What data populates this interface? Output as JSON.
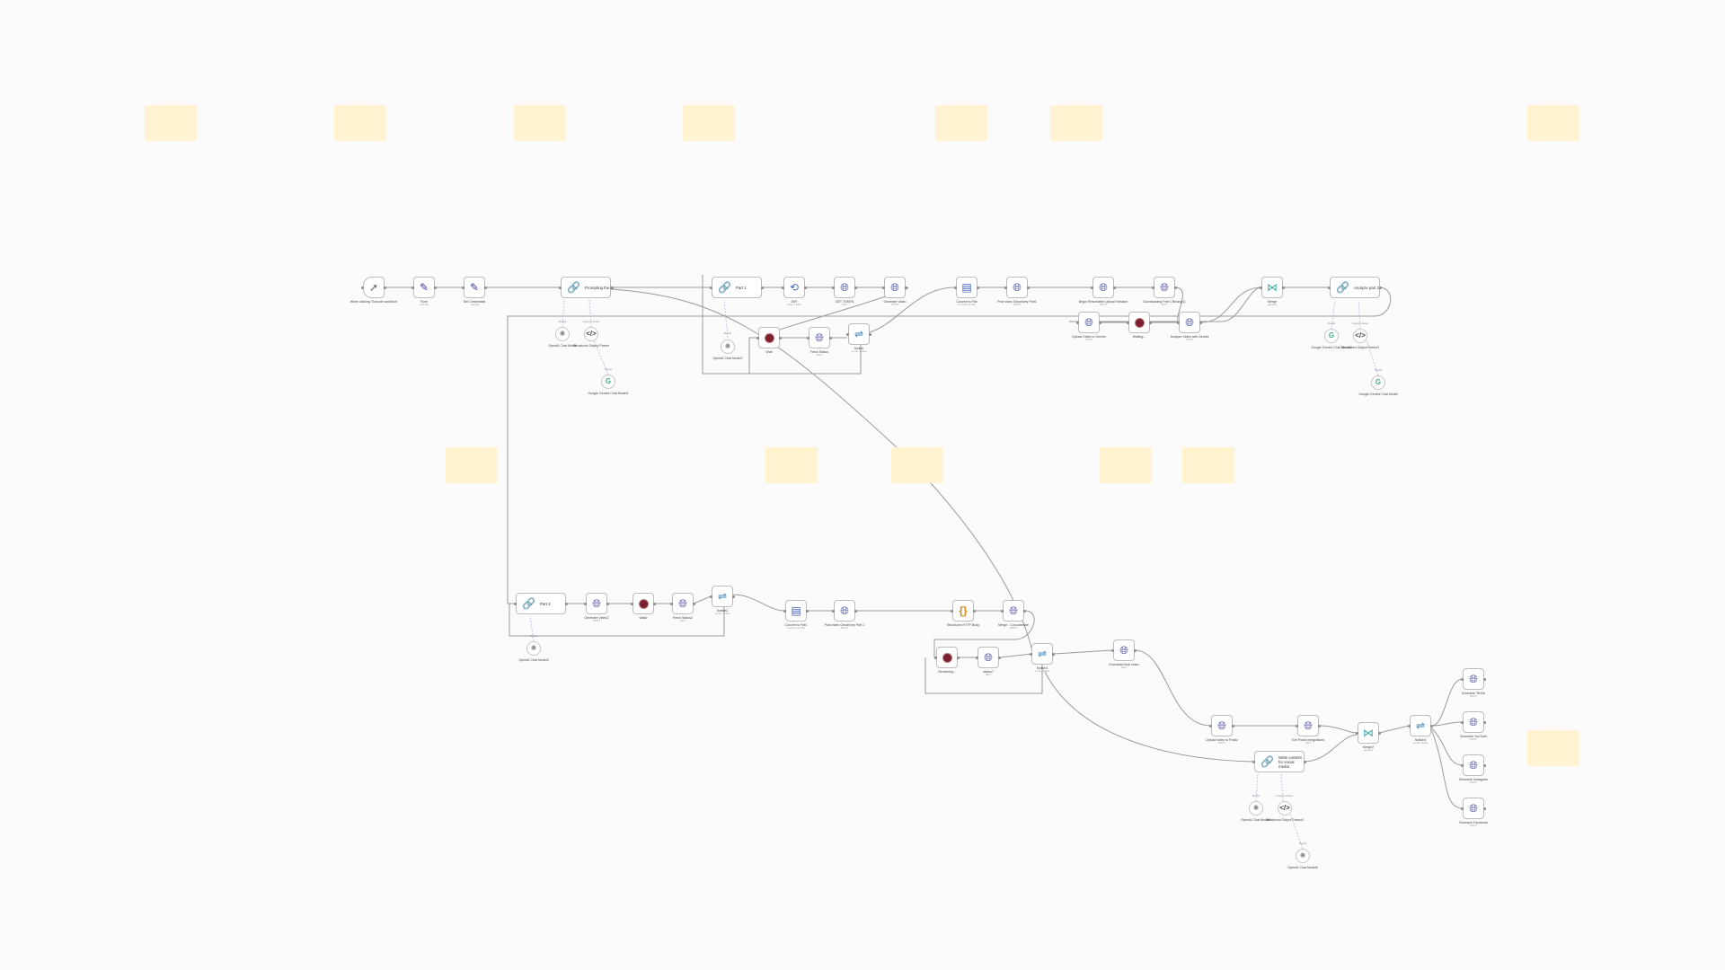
{
  "workflow": {
    "nodes": [
      {
        "key": "trigger",
        "name": "When clicking 'Execute workflow'",
        "sub": "",
        "icon": "cursor-icon"
      },
      {
        "key": "form",
        "name": "Form",
        "sub": "manual",
        "icon": "pencil-icon"
      },
      {
        "key": "credentials",
        "name": "Set Credentials",
        "sub": "manual",
        "icon": "pencil-icon"
      },
      {
        "key": "prompting",
        "name": "Prompting the ai",
        "sub": "",
        "icon": "link-agent-icon"
      },
      {
        "key": "part1",
        "name": "Part 1",
        "sub": "",
        "icon": "link-agent-icon"
      },
      {
        "key": "jwt",
        "name": "JWT",
        "sub": "Sign a JWT",
        "icon": "sync-icon"
      },
      {
        "key": "get_token",
        "name": "GET TOKEN",
        "sub": "GET",
        "icon": "globe-icon"
      },
      {
        "key": "generate_video",
        "name": "Generate Video",
        "sub": "POST",
        "icon": "globe-icon"
      },
      {
        "key": "convert_file",
        "name": "Convert to File",
        "sub": "Convert to File",
        "icon": "file-icon"
      },
      {
        "key": "post_video_gcs1",
        "name": "Post video Geodrivey Part1",
        "sub": "POST",
        "icon": "globe-icon"
      },
      {
        "key": "begin_resumable",
        "name": "Begin Resumable Upload Session",
        "sub": "POST",
        "icon": "globe-icon"
      },
      {
        "key": "downloading_part1",
        "name": "Downloading Part 1 Binary(1)",
        "sub": "GET",
        "icon": "globe-icon"
      },
      {
        "key": "merge",
        "name": "Merge",
        "sub": "append",
        "icon": "merge-icon"
      },
      {
        "key": "analyze_part1",
        "name": "Analyze part 1",
        "sub": "",
        "icon": "link-agent-icon"
      },
      {
        "key": "openai_chat",
        "name": "OpenAI Chat Model",
        "sub": "",
        "icon": "openai-icon"
      },
      {
        "key": "struct_parser",
        "name": "Structured Output Parser",
        "sub": "",
        "icon": "code-icon"
      },
      {
        "key": "gemini_chat",
        "name": "Google Gemini Chat Model1",
        "sub": "",
        "icon": "gemini-icon"
      },
      {
        "key": "openai_chat_p1",
        "name": "OpenAI Chat Model7",
        "sub": "",
        "icon": "openai-icon"
      },
      {
        "key": "wait",
        "name": "Wait",
        "sub": "",
        "icon": "stop-icon"
      },
      {
        "key": "fetch_status",
        "name": "Fetch Status",
        "sub": "GET",
        "icon": "globe-icon"
      },
      {
        "key": "switch",
        "name": "Switch",
        "sub": "mode: Rules",
        "icon": "switch-icon"
      },
      {
        "key": "upload_gemini",
        "name": "Upload Video to Gemini",
        "sub": "POST",
        "icon": "globe-icon"
      },
      {
        "key": "waiting",
        "name": "Waiting...",
        "sub": "",
        "icon": "stop-icon"
      },
      {
        "key": "analyze_gemini",
        "name": "Analyze Video with Gemini",
        "sub": "POST",
        "icon": "globe-icon"
      },
      {
        "key": "gemini_chat2",
        "name": "Google Gemini Chat Model2",
        "sub": "",
        "icon": "gemini-icon"
      },
      {
        "key": "struct_parser2",
        "name": "Structured Output Parser3",
        "sub": "",
        "icon": "code-icon"
      },
      {
        "key": "gemini_chat3",
        "name": "Google Gemini Chat Model",
        "sub": "",
        "icon": "gemini-icon"
      },
      {
        "key": "part2",
        "name": "Part 2",
        "sub": "",
        "icon": "link-agent-icon"
      },
      {
        "key": "openai_chat_p2",
        "name": "OpenAI Chat Model3",
        "sub": "",
        "icon": "openai-icon"
      },
      {
        "key": "generate_video2",
        "name": "Generate Video2",
        "sub": "POST",
        "icon": "globe-icon"
      },
      {
        "key": "wait2",
        "name": "Wait2",
        "sub": "",
        "icon": "stop-icon"
      },
      {
        "key": "fetch_status2",
        "name": "Fetch Status2",
        "sub": "GET",
        "icon": "globe-icon"
      },
      {
        "key": "switch2",
        "name": "Switch2",
        "sub": "mode: Rules",
        "icon": "switch-icon"
      },
      {
        "key": "convert_file2",
        "name": "Convert to File1",
        "sub": "Convert to File",
        "icon": "file-icon"
      },
      {
        "key": "post_video_gcs2",
        "name": "Post video Geodrivey Part 2",
        "sub": "POST",
        "icon": "globe-icon"
      },
      {
        "key": "structured_http",
        "name": "Structured HTTP Body",
        "sub": "",
        "icon": "code-braces-icon"
      },
      {
        "key": "merge_concat",
        "name": "Merge - Concatenate",
        "sub": "POST",
        "icon": "globe-icon"
      },
      {
        "key": "rendering",
        "name": "Rendering...",
        "sub": "",
        "icon": "stop-icon"
      },
      {
        "key": "status",
        "name": "status?",
        "sub": "GET",
        "icon": "globe-icon"
      },
      {
        "key": "switch3",
        "name": "Switch3",
        "sub": "mode: Rules",
        "icon": "switch-icon"
      },
      {
        "key": "download_final",
        "name": "Download final video",
        "sub": "GET",
        "icon": "globe-icon"
      },
      {
        "key": "upload_postiz",
        "name": "Upload video to Postiz",
        "sub": "POST",
        "icon": "globe-icon"
      },
      {
        "key": "get_postiz",
        "name": "Get Postiz integrations",
        "sub": "GET",
        "icon": "globe-icon"
      },
      {
        "key": "merge2",
        "name": "Merge2",
        "sub": "append",
        "icon": "merge-icon"
      },
      {
        "key": "write_content",
        "name": "Write content for social media",
        "sub": "",
        "icon": "link-agent-icon"
      },
      {
        "key": "openai_chat_sm",
        "name": "OpenAI Chat Model4",
        "sub": "",
        "icon": "openai-icon"
      },
      {
        "key": "struct_parser_sm",
        "name": "Structured Output Parser2",
        "sub": "",
        "icon": "code-icon"
      },
      {
        "key": "openai_chat_sm2",
        "name": "OpenAI Chat Model5",
        "sub": "",
        "icon": "openai-icon"
      },
      {
        "key": "switch4",
        "name": "Switch4",
        "sub": "mode: Rules",
        "icon": "switch-icon"
      },
      {
        "key": "schedule_tiktok",
        "name": "Schedule TikTok",
        "sub": "POST",
        "icon": "globe-icon"
      },
      {
        "key": "schedule_youtube",
        "name": "Schedule YouTube",
        "sub": "POST",
        "icon": "globe-icon"
      },
      {
        "key": "schedule_instagram",
        "name": "Schedule Instagram",
        "sub": "POST",
        "icon": "globe-icon"
      },
      {
        "key": "schedule_facebook",
        "name": "Schedule Facebook",
        "sub": "POST",
        "icon": "globe-icon"
      }
    ],
    "sublabels": {
      "model": "Model",
      "output_parser": "Output Parser",
      "chat_model": "Chat Model"
    }
  }
}
